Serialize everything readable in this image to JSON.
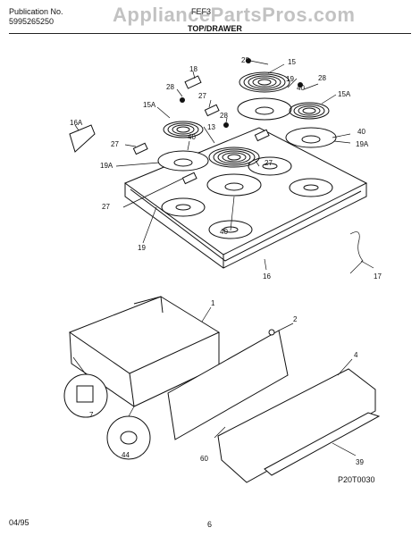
{
  "header": {
    "publication_label": "Publication No.",
    "publication_number": "5995265250",
    "model": "FEF3",
    "section_title": "TOP/DRAWER",
    "watermark": "AppliancePartsPros.com"
  },
  "footer": {
    "date": "04/95",
    "page": "6",
    "diagram_code": "P20T0030"
  },
  "callouts": [
    "28",
    "15",
    "18",
    "28",
    "19",
    "40",
    "28",
    "15A",
    "27",
    "16A",
    "15A",
    "28",
    "13",
    "40",
    "27",
    "19A",
    "27",
    "40",
    "19A",
    "27",
    "40",
    "19",
    "16",
    "17",
    "1",
    "2",
    "4",
    "7",
    "44",
    "60",
    "39"
  ]
}
